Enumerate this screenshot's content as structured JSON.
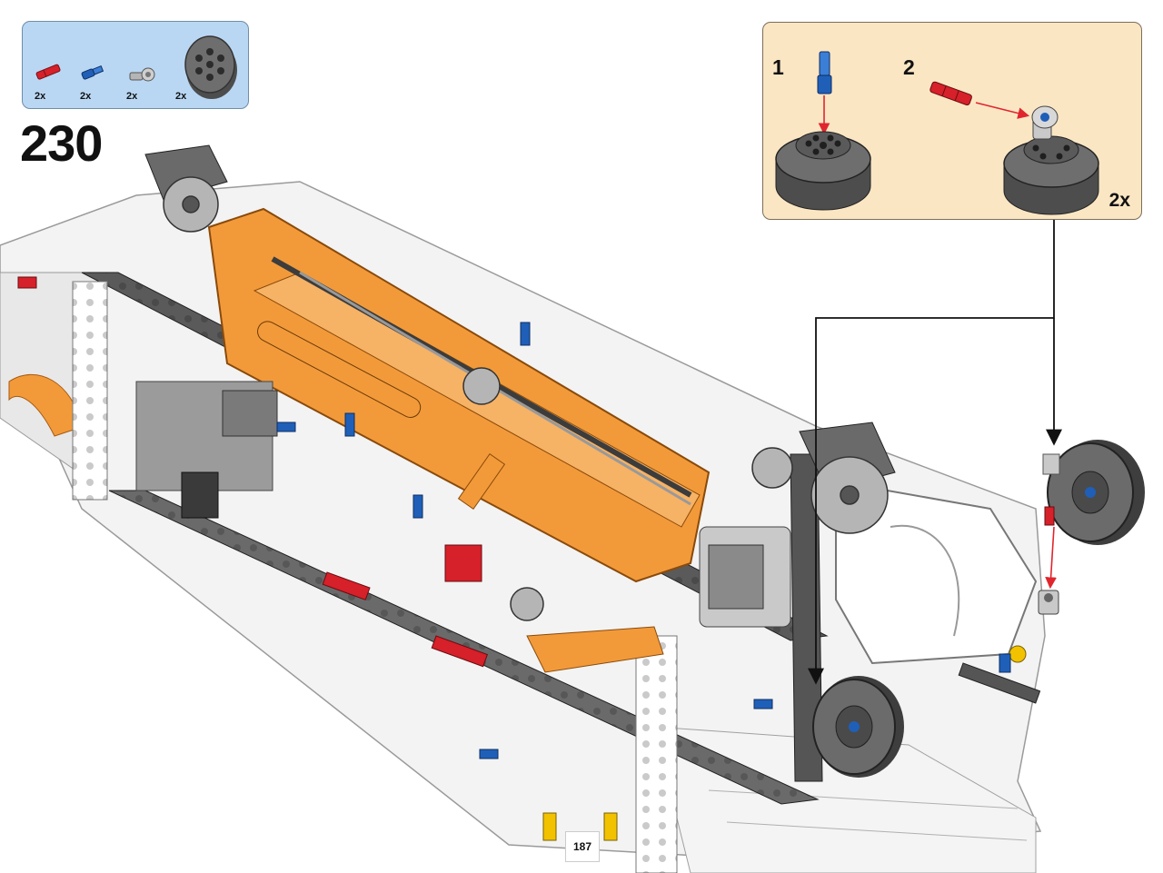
{
  "step": {
    "number": "230"
  },
  "parts_list": {
    "items": [
      {
        "qty": "2x",
        "icon": "red-axle-pin-icon",
        "color": "#d6202a"
      },
      {
        "qty": "2x",
        "icon": "blue-axle-pin-icon",
        "color": "#1f5fb8"
      },
      {
        "qty": "2x",
        "icon": "gray-pin-connector-icon",
        "color": "#a6a6a6"
      },
      {
        "qty": "2x",
        "icon": "wheel-hub-icon",
        "color": "#6b6b6b"
      }
    ]
  },
  "callout": {
    "substeps": [
      {
        "number": "1"
      },
      {
        "number": "2"
      }
    ],
    "multiplier": "2x"
  },
  "page": {
    "number": "187"
  },
  "colors": {
    "parts_panel_bg": "#b9d7f3",
    "callout_bg": "#fbe6c4",
    "technic_orange": "#f29a3a",
    "dark_gray": "#5a5a5a",
    "light_gray": "#c9c9c9",
    "technic_red": "#d6202a",
    "technic_blue": "#1f5fb8"
  }
}
